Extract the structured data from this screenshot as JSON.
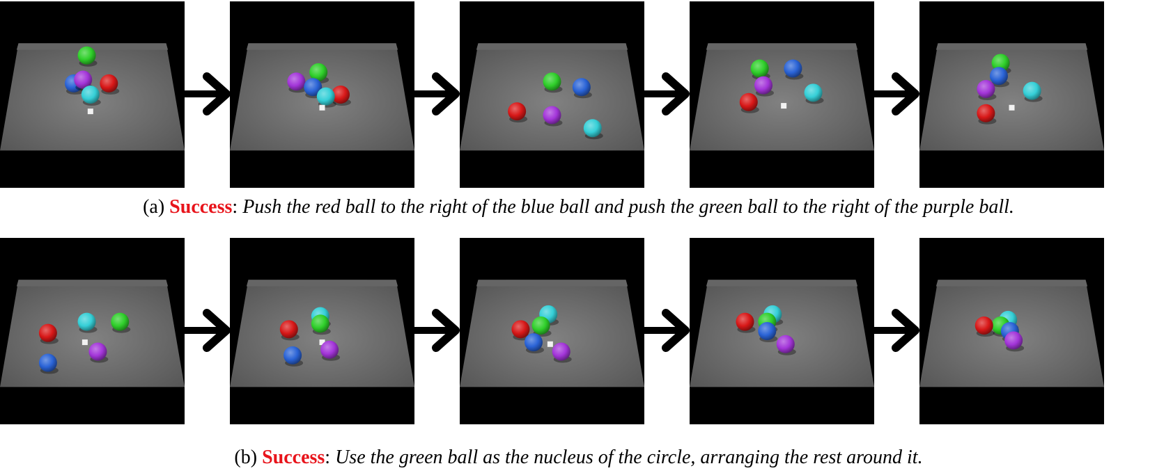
{
  "panels": [
    {
      "id": "a",
      "caption": {
        "prefix": "(a) ",
        "status": "Success",
        "sep": ": ",
        "instruction": "Push the red ball to the right of the blue ball and push the green ball to the right of the purple ball."
      },
      "frames": [
        [
          [
            "green",
            0.47,
            0.29
          ],
          [
            "blue",
            0.4,
            0.44
          ],
          [
            "purple",
            0.45,
            0.42
          ],
          [
            "red",
            0.59,
            0.44
          ],
          [
            "cyan",
            0.49,
            0.5
          ],
          [
            "marker",
            0.49,
            0.59
          ]
        ],
        [
          [
            "purple",
            0.36,
            0.43
          ],
          [
            "green",
            0.48,
            0.38
          ],
          [
            "blue",
            0.45,
            0.46
          ],
          [
            "red",
            0.6,
            0.5
          ],
          [
            "cyan",
            0.52,
            0.51
          ],
          [
            "marker",
            0.5,
            0.57
          ]
        ],
        [
          [
            "green",
            0.5,
            0.43
          ],
          [
            "blue",
            0.66,
            0.46
          ],
          [
            "red",
            0.31,
            0.59
          ],
          [
            "purple",
            0.5,
            0.61
          ],
          [
            "cyan",
            0.72,
            0.68
          ]
        ],
        [
          [
            "green",
            0.38,
            0.36
          ],
          [
            "blue",
            0.56,
            0.36
          ],
          [
            "purple",
            0.4,
            0.45
          ],
          [
            "cyan",
            0.67,
            0.49
          ],
          [
            "red",
            0.32,
            0.54
          ],
          [
            "marker",
            0.51,
            0.56
          ]
        ],
        [
          [
            "green",
            0.44,
            0.33
          ],
          [
            "blue",
            0.43,
            0.4
          ],
          [
            "purple",
            0.36,
            0.47
          ],
          [
            "cyan",
            0.61,
            0.48
          ],
          [
            "red",
            0.36,
            0.6
          ],
          [
            "marker",
            0.5,
            0.57
          ]
        ]
      ]
    },
    {
      "id": "b",
      "caption": {
        "prefix": "(b) ",
        "status": "Success",
        "sep": ": ",
        "instruction": "Use the green ball as the nucleus of the circle, arranging the rest around it."
      },
      "frames": [
        [
          [
            "cyan",
            0.47,
            0.45
          ],
          [
            "green",
            0.65,
            0.45
          ],
          [
            "red",
            0.26,
            0.51
          ],
          [
            "marker",
            0.46,
            0.56
          ],
          [
            "purple",
            0.53,
            0.61
          ],
          [
            "blue",
            0.26,
            0.67
          ]
        ],
        [
          [
            "cyan",
            0.49,
            0.42
          ],
          [
            "green",
            0.49,
            0.46
          ],
          [
            "red",
            0.32,
            0.49
          ],
          [
            "marker",
            0.5,
            0.56
          ],
          [
            "purple",
            0.54,
            0.6
          ],
          [
            "blue",
            0.34,
            0.63
          ]
        ],
        [
          [
            "cyan",
            0.48,
            0.41
          ],
          [
            "green",
            0.44,
            0.47
          ],
          [
            "red",
            0.33,
            0.49
          ],
          [
            "blue",
            0.4,
            0.56
          ],
          [
            "marker",
            0.49,
            0.57
          ],
          [
            "purple",
            0.55,
            0.61
          ]
        ],
        [
          [
            "cyan",
            0.45,
            0.41
          ],
          [
            "green",
            0.42,
            0.45
          ],
          [
            "red",
            0.3,
            0.45
          ],
          [
            "blue",
            0.42,
            0.5
          ],
          [
            "purple",
            0.52,
            0.57
          ]
        ],
        [
          [
            "cyan",
            0.48,
            0.44
          ],
          [
            "green",
            0.44,
            0.47
          ],
          [
            "red",
            0.35,
            0.47
          ],
          [
            "blue",
            0.49,
            0.5
          ],
          [
            "purple",
            0.51,
            0.55
          ]
        ]
      ]
    }
  ],
  "colors": {
    "red": "#d81818",
    "green": "#2fcf2a",
    "blue": "#2a63d6",
    "purple": "#a335d9",
    "cyan": "#35cfd7",
    "marker": "#f2f2f2",
    "table": "#707070",
    "background": "#000000",
    "status": "#e8141b"
  },
  "arrow_icon": "right-arrow-icon"
}
